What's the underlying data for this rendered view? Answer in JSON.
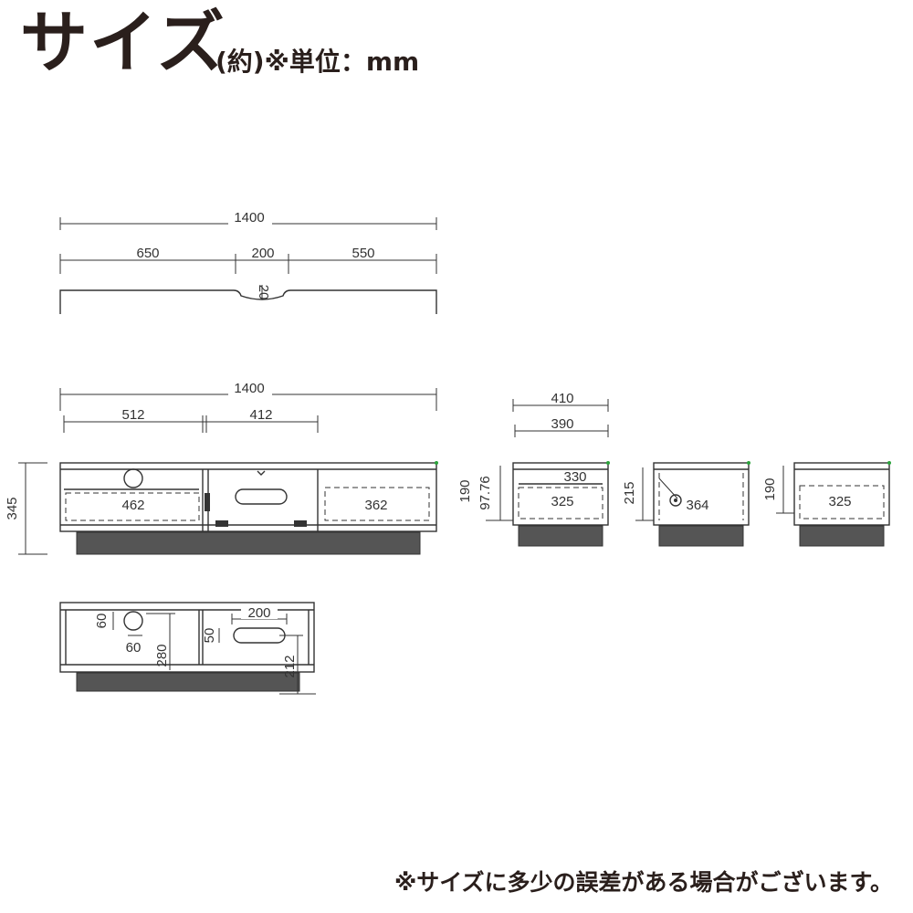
{
  "heading": {
    "title": "サイズ",
    "subtitle": "(約)※単位：mm"
  },
  "top_view": {
    "overall_width": "1400",
    "seg_left": "650",
    "seg_center": "200",
    "seg_right": "550",
    "notch_depth": "20"
  },
  "front_view": {
    "overall_width": "1400",
    "left_section": "512",
    "center_section": "412",
    "left_drawer_inner": "462",
    "right_drawer_inner": "362",
    "height": "345"
  },
  "side_views": {
    "view1": {
      "outer_depth": "410",
      "inner_depth": "390",
      "height_190": "190",
      "height_97_76": "97.76",
      "shelf_330": "330",
      "drawer_325": "325"
    },
    "view2": {
      "height_215": "215",
      "depth_364": "364"
    },
    "view3": {
      "height_190": "190",
      "drawer_325": "325"
    }
  },
  "back_view": {
    "hole_dia_v": "60",
    "hole_dia_h": "60",
    "hole_height": "280",
    "slot_width": "200",
    "slot_height": "50",
    "slot_offset": "212"
  },
  "footer": {
    "note": "※サイズに多少の誤差がある場合がございます。"
  }
}
